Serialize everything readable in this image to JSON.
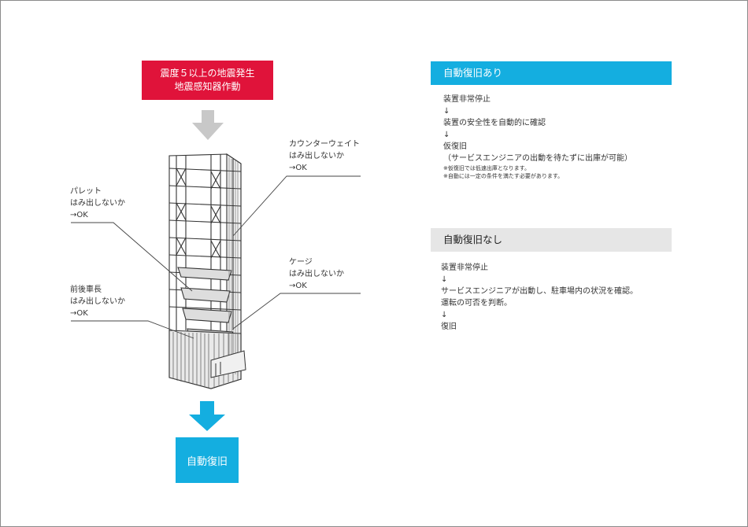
{
  "left": {
    "alert": {
      "line1": "震度５以上の地震発生",
      "line2": "地震感知器作動"
    },
    "callouts": {
      "counterweight": "カウンターウェイト\nはみ出しないか\n→OK",
      "pallet": "パレット\nはみ出しないか\n→OK",
      "cage": "ケージ\nはみ出しないか\n→OK",
      "car_length": "前後車長\nはみ出しないか\n→OK"
    },
    "result": "自動復旧"
  },
  "right": {
    "auto": {
      "title": "自動復旧あり",
      "steps": [
        "装置非常停止",
        "↓",
        "装置の安全性を自動的に確認",
        "↓",
        "仮復旧",
        "（サービスエンジニアの出動を待たずに出庫が可能）"
      ],
      "notes": [
        "※仮復旧では低速出庫となります。",
        "※自動には一定の条件を満たす必要があります。"
      ]
    },
    "manual": {
      "title": "自動復旧なし",
      "steps": [
        "装置非常停止",
        "↓",
        "サービスエンジニアが出動し、駐車場内の状況を確認。",
        "運転の可否を判断。",
        "↓",
        "復旧"
      ]
    }
  },
  "colors": {
    "alert_red": "#e0133a",
    "accent_blue": "#14aee0",
    "header_gray": "#e6e6e6",
    "arrow_gray": "#c8c8c8"
  }
}
